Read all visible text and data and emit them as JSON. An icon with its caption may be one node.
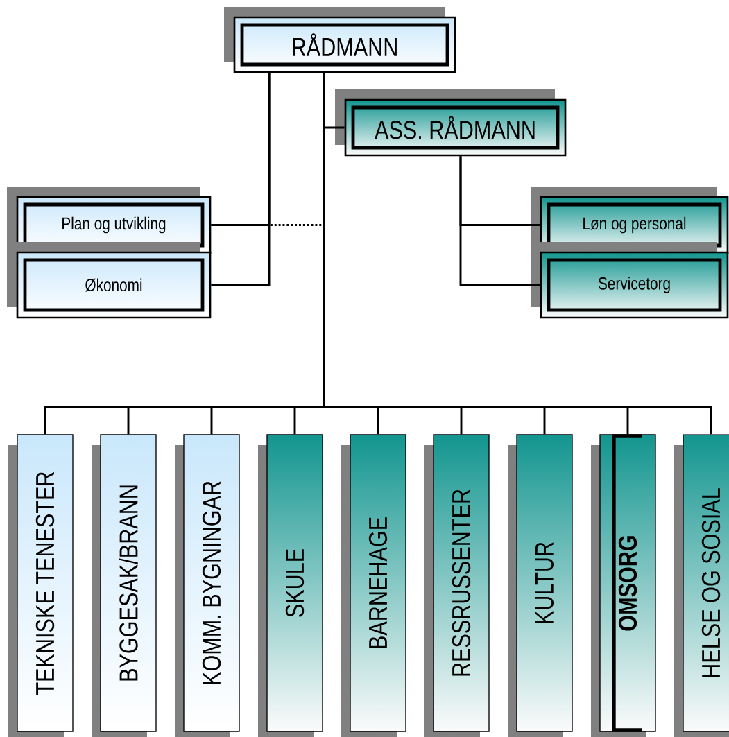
{
  "diagram": {
    "nodes": [
      {
        "text": [
          "RÅDMANN"
        ]
      },
      {
        "text": [
          "ASS. RÅDMANN"
        ]
      },
      {
        "text": [
          "Plan og utvikling"
        ]
      },
      {
        "text": [
          "Økonomi"
        ]
      },
      {
        "text": [
          "Løn og personal"
        ]
      },
      {
        "text": [
          "Servicetorg"
        ]
      },
      {
        "text": [
          "TEKNISKE TENESTER"
        ]
      },
      {
        "text": [
          "BYGGESAK/BRANN"
        ]
      },
      {
        "text": [
          "KOMM. BYGNINGAR"
        ]
      },
      {
        "text": [
          "SKULE"
        ]
      },
      {
        "text": [
          "BARNEHAGE"
        ]
      },
      {
        "text": [
          "RESSRUSSENTER"
        ]
      },
      {
        "text": [
          "KULTUR"
        ]
      },
      {
        "text": [
          "OMSORG"
        ]
      },
      {
        "text": [
          "HELSE OG SOSIAL"
        ]
      }
    ],
    "edges": [
      {
        "from": 0,
        "to": 1,
        "arrow": "none"
      },
      {
        "from": 0,
        "to": 2,
        "arrow": "none"
      },
      {
        "from": 0,
        "to": 2,
        "arrow": "none",
        "style": "dashed"
      },
      {
        "from": 0,
        "to": 3,
        "arrow": "none"
      },
      {
        "from": 1,
        "to": 4,
        "arrow": "none"
      },
      {
        "from": 1,
        "to": 5,
        "arrow": "none"
      },
      {
        "from": 0,
        "to": 6,
        "arrow": "none"
      },
      {
        "from": 0,
        "to": 7,
        "arrow": "none"
      },
      {
        "from": 0,
        "to": 8,
        "arrow": "none"
      },
      {
        "from": 0,
        "to": 9,
        "arrow": "none"
      },
      {
        "from": 0,
        "to": 10,
        "arrow": "none"
      },
      {
        "from": 0,
        "to": 11,
        "arrow": "none"
      },
      {
        "from": 0,
        "to": 12,
        "arrow": "none"
      },
      {
        "from": 0,
        "to": 13,
        "arrow": "none"
      },
      {
        "from": 0,
        "to": 14,
        "arrow": "none"
      }
    ]
  }
}
